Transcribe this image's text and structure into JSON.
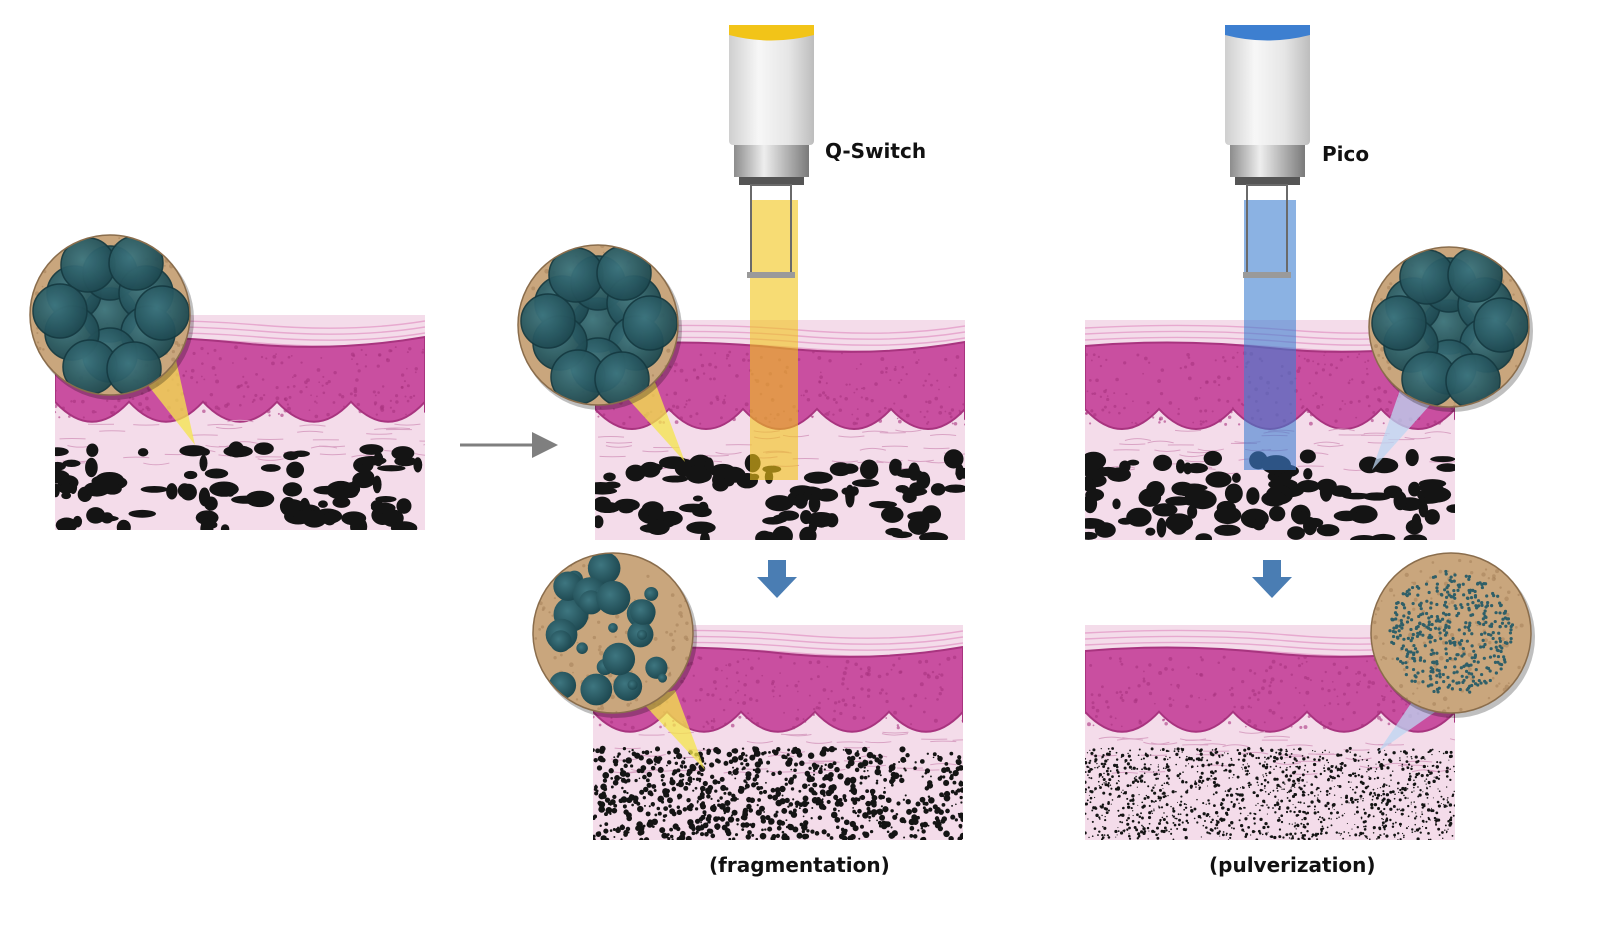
{
  "labels": {
    "qswitch": "Q-Switch",
    "pico": "Pico",
    "fragmentation": "(fragmentation)",
    "pulverization": "(pulverization)"
  },
  "colors": {
    "background": "#ffffff",
    "epidermis": "#c94fa0",
    "epidermis_dark": "#a8347f",
    "dermis": "#f4dcea",
    "ink": "#141414",
    "particle": "#2f5f68",
    "particle_dark": "#193f47",
    "cork": "#c9a67d",
    "qswitch_beam": "#f2c418",
    "pico_beam": "#3d7fd0",
    "handpiece_body": "#e6e6e6",
    "process_arrow": "#4a7db3",
    "flow_arrow": "#8a8a8a"
  },
  "icons": {
    "flow_arrow": "right-arrow-icon",
    "process_arrow": "down-arrow-icon"
  }
}
